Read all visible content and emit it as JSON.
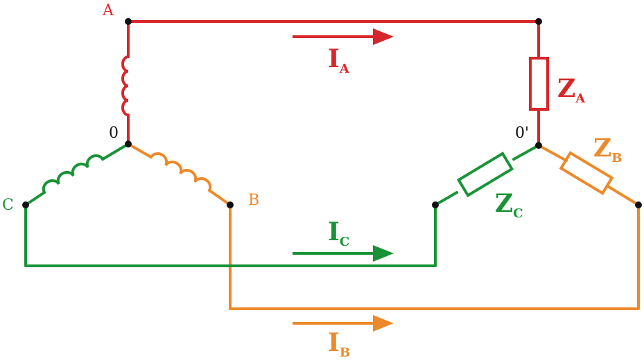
{
  "colors": {
    "phase_a": "#d8272a",
    "phase_b": "#ec8a2b",
    "phase_c": "#1a9338",
    "node": "#111111",
    "background": "#ffffff"
  },
  "labels": {
    "node_a": "A",
    "node_b": "B",
    "node_c": "C",
    "source_neutral": "0",
    "load_neutral": "0'"
  },
  "currents": {
    "a": {
      "main": "I",
      "sub": "A"
    },
    "b": {
      "main": "I",
      "sub": "B"
    },
    "c": {
      "main": "I",
      "sub": "C"
    }
  },
  "impedances": {
    "a": {
      "main": "Z",
      "sub": "A"
    },
    "b": {
      "main": "Z",
      "sub": "B"
    },
    "c": {
      "main": "Z",
      "sub": "C"
    }
  }
}
